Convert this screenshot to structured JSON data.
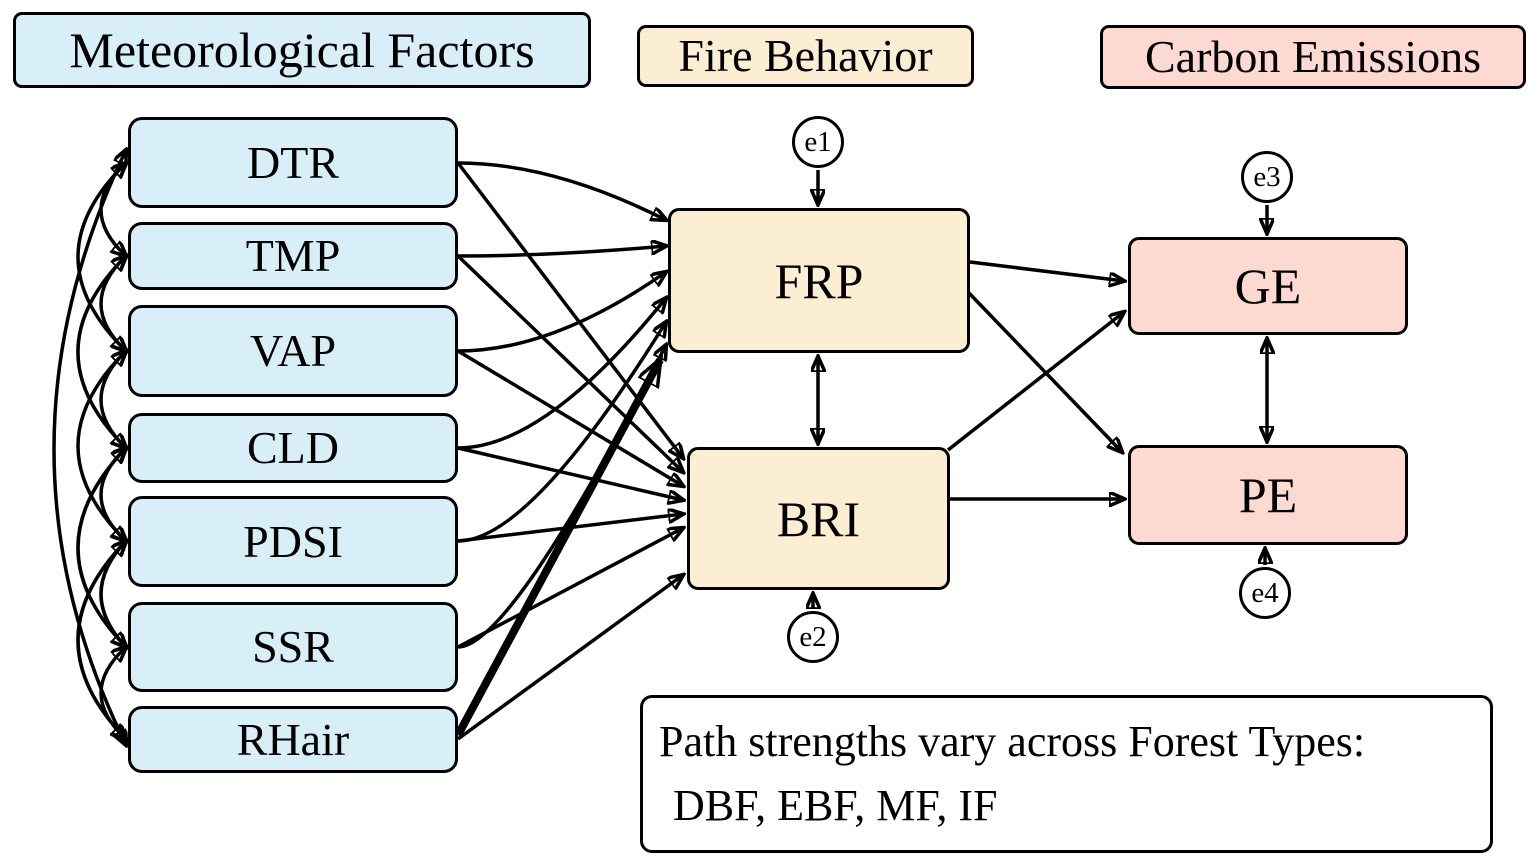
{
  "headers": {
    "met": "Meteorological Factors",
    "fire": "Fire Behavior",
    "carbon": "Carbon Emissions"
  },
  "met_factors": [
    "DTR",
    "TMP",
    "VAP",
    "CLD",
    "PDSI",
    "SSR",
    "RHair"
  ],
  "fire_nodes": [
    "FRP",
    "BRI"
  ],
  "carbon_nodes": [
    "GE",
    "PE"
  ],
  "error_terms": [
    "e1",
    "e2",
    "e3",
    "e4"
  ],
  "note": {
    "line1": "Path strengths vary across Forest Types:",
    "line2": "DBF, EBF, MF, IF"
  },
  "edges": {
    "regressions": "DTR,TMP,VAP,CLD,PDSI,SSR,RHair each to FRP and BRI; FRP to GE; FRP to PE; BRI to GE; BRI to PE",
    "errors": "e1 to FRP; e2 to BRI; e3 to GE; e4 to PE",
    "covariances": "double-headed arcs among meteorological factors; FRP with BRI; GE with PE",
    "emphasized": "RHair to FRP (thick arrow)"
  },
  "colors": {
    "met_fill": "#D8EFF8",
    "fire_fill": "#FBEED3",
    "carbon_fill": "#FCD9D1",
    "outline": "#000000",
    "background": "#FFFFFF"
  }
}
